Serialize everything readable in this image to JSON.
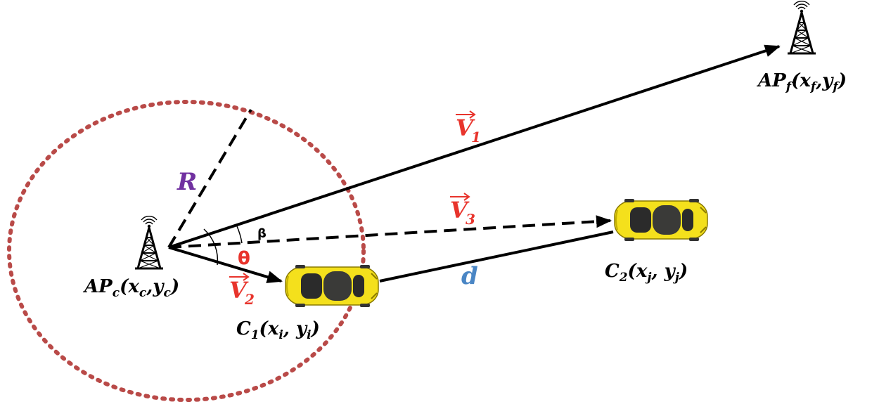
{
  "colors": {
    "circle": "#b94a48",
    "vector_label": "#e8342c",
    "radius_label": "#7030a0",
    "distance_label": "#4a86c5",
    "car_body": "#f4e01c",
    "line": "#000000"
  },
  "labels": {
    "radius": "R",
    "v1": {
      "base": "V",
      "sub": "1"
    },
    "v2": {
      "base": "V",
      "sub": "2"
    },
    "v3": {
      "base": "V",
      "sub": "3"
    },
    "distance": "d",
    "theta": "θ",
    "beta": "β",
    "ap_current": {
      "name": "AP",
      "sub": "c",
      "x": "x",
      "xs": "c",
      "y": "y",
      "ys": "c"
    },
    "ap_future": {
      "name": "AP",
      "sub": "f",
      "x": "x",
      "xs": "f",
      "y": "y",
      "ys": "f"
    },
    "car1": {
      "name": "C",
      "sub": "1",
      "x": "x",
      "xs": "i",
      "y": "y",
      "ys": "i"
    },
    "car2": {
      "name": "C",
      "sub": "2",
      "x": "x",
      "xs": "j",
      "y": "y",
      "ys": "j"
    }
  },
  "icons": {
    "tower": "antenna-tower-icon",
    "car": "car-icon"
  }
}
